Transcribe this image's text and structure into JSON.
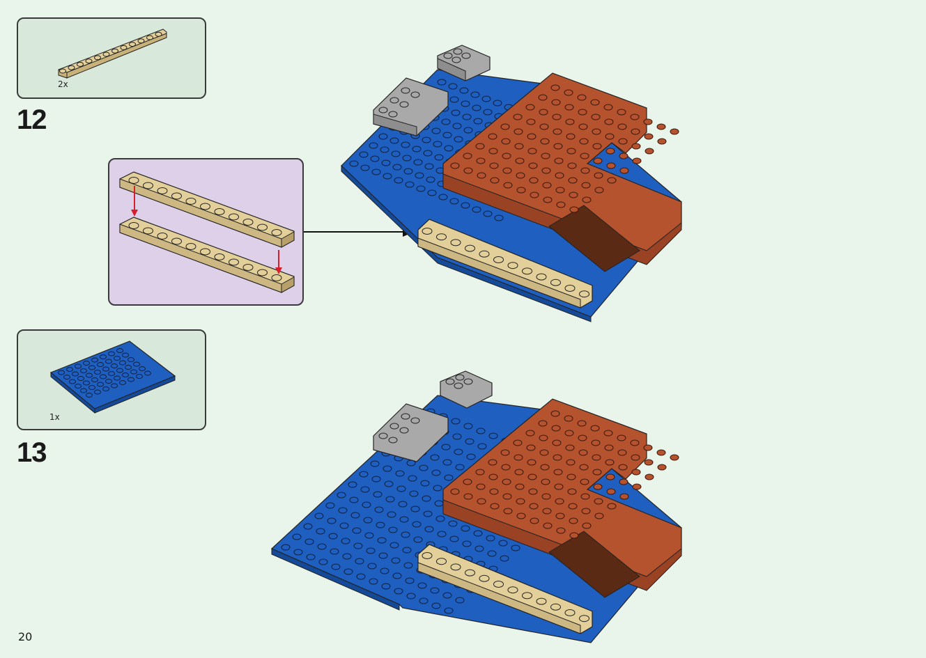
{
  "steps": [
    {
      "number": "12",
      "part_quantity": "2x",
      "part": "tan-1x12-plate"
    },
    {
      "number": "13",
      "part_quantity": "1x",
      "part": "blue-6x8-plate"
    }
  ],
  "page_number": "20",
  "colors": {
    "background": "#e9f4ea",
    "parts_box": "#d8e8db",
    "callout": "#ddd0e8",
    "tan": "#e2cf9a",
    "blue": "#1f5fbf",
    "brown": "#b5532f",
    "dark_brown": "#5a2a14",
    "gray": "#a9a9a9",
    "arrow_red": "#d61f2b"
  },
  "icons": [
    "arrow-right-icon",
    "arrow-down-icon"
  ]
}
